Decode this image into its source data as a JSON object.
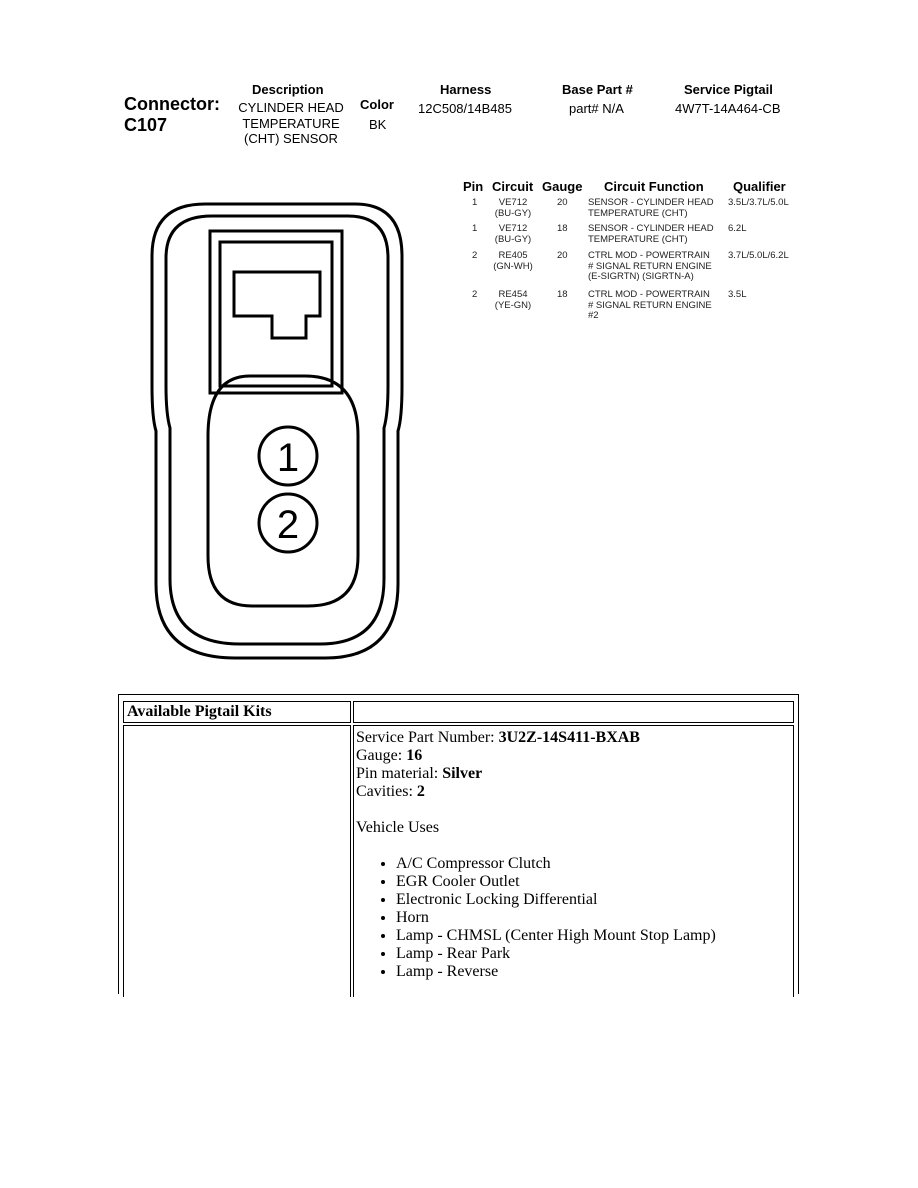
{
  "connector": {
    "label": "Connector:",
    "id": "C107"
  },
  "header": {
    "description_label": "Description",
    "description_lines": [
      "CYLINDER HEAD",
      "TEMPERATURE",
      "(CHT) SENSOR"
    ],
    "color_label": "Color",
    "color_value": "BK",
    "harness_label": "Harness",
    "harness_value": "12C508/14B485",
    "base_part_label": "Base Part #",
    "base_part_value": "part# N/A",
    "pigtail_label": "Service Pigtail",
    "pigtail_value": "4W7T-14A464-CB"
  },
  "diagram": {
    "pins": [
      "1",
      "2"
    ]
  },
  "pin_table": {
    "headers": [
      "Pin",
      "Circuit",
      "Gauge",
      "Circuit Function",
      "Qualifier"
    ],
    "rows": [
      {
        "pin": "1",
        "circuit": [
          "VE712",
          "(BU-GY)"
        ],
        "gauge": "20",
        "function": [
          "SENSOR - CYLINDER HEAD",
          "TEMPERATURE (CHT)"
        ],
        "qualifier": "3.5L/3.7L/5.0L"
      },
      {
        "pin": "1",
        "circuit": [
          "VE712",
          "(BU-GY)"
        ],
        "gauge": "18",
        "function": [
          "SENSOR - CYLINDER HEAD",
          "TEMPERATURE (CHT)"
        ],
        "qualifier": "6.2L"
      },
      {
        "pin": "2",
        "circuit": [
          "RE405",
          "(GN-WH)"
        ],
        "gauge": "20",
        "function": [
          "CTRL MOD - POWERTRAIN",
          "# SIGNAL RETURN ENGINE",
          "(E-SIGRTN) (SIGRTN-A)"
        ],
        "qualifier": "3.7L/5.0L/6.2L"
      },
      {
        "pin": "2",
        "circuit": [
          "RE454",
          "(YE-GN)"
        ],
        "gauge": "18",
        "function": [
          "CTRL MOD - POWERTRAIN",
          "# SIGNAL RETURN ENGINE",
          "#2"
        ],
        "qualifier": "3.5L"
      }
    ]
  },
  "kits": {
    "title": "Available Pigtail Kits",
    "service_part_label": "Service Part Number: ",
    "service_part_value": "3U2Z-14S411-BXAB",
    "gauge_label": "Gauge: ",
    "gauge_value": "16",
    "pin_material_label": "Pin material: ",
    "pin_material_value": "Silver",
    "cavities_label": "Cavities: ",
    "cavities_value": "2",
    "vehicle_uses_label": "Vehicle Uses",
    "vehicle_uses": [
      "A/C Compressor Clutch",
      "EGR Cooler Outlet",
      "Electronic Locking Differential",
      "Horn",
      "Lamp - CHMSL (Center High Mount Stop Lamp)",
      "Lamp - Rear Park",
      "Lamp - Reverse"
    ]
  }
}
